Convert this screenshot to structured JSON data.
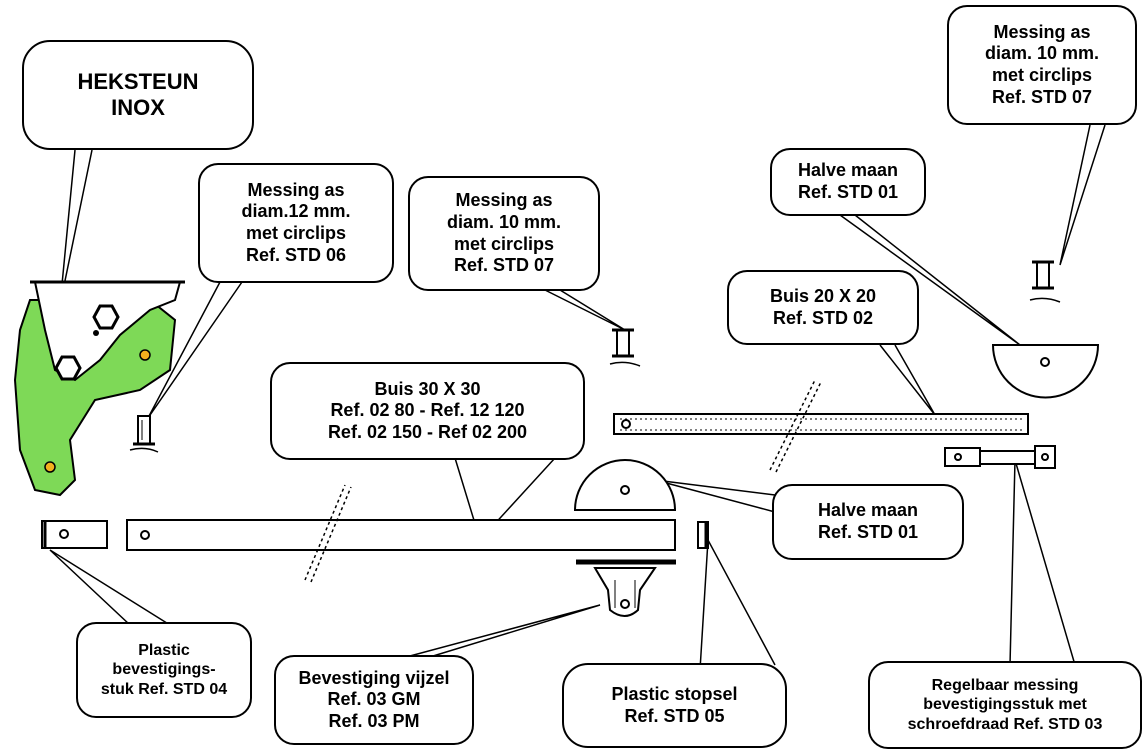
{
  "colors": {
    "bracket_fill": "#7ed957",
    "hole_fill": "#f2b01e",
    "stroke": "#000000"
  },
  "callouts": {
    "heksteun": [
      "HEKSTEUN",
      "INOX"
    ],
    "messing_std06": [
      "Messing as",
      "diam.12 mm.",
      "met circlips",
      "Ref. STD 06"
    ],
    "messing_std07_mid": [
      "Messing as",
      "diam. 10 mm.",
      "met circlips",
      "Ref. STD 07"
    ],
    "messing_std07_top": [
      "Messing as",
      "diam. 10 mm.",
      "met circlips",
      "Ref. STD 07"
    ],
    "halve_maan_top": [
      "Halve maan",
      "Ref. STD 01"
    ],
    "buis_20": [
      "Buis 20 X 20",
      "Ref. STD 02"
    ],
    "buis_30": [
      "Buis 30 X 30",
      "Ref. 02 80 - Ref. 12 120",
      "Ref. 02 150 - Ref 02 200"
    ],
    "halve_maan_mid": [
      "Halve maan",
      "Ref. STD 01"
    ],
    "plastic_bevestiging": [
      "Plastic",
      "bevestigings-",
      "stuk Ref. STD 04"
    ],
    "bevestiging_vijzel": [
      "Bevestiging vijzel",
      "Ref. 03 GM",
      "Ref. 03 PM"
    ],
    "plastic_stopsel": [
      "Plastic stopsel",
      "Ref. STD 05"
    ],
    "regelbaar": [
      "Regelbaar messing",
      "bevestigingsstuk met",
      "schroefdraad Ref. STD 03"
    ]
  }
}
